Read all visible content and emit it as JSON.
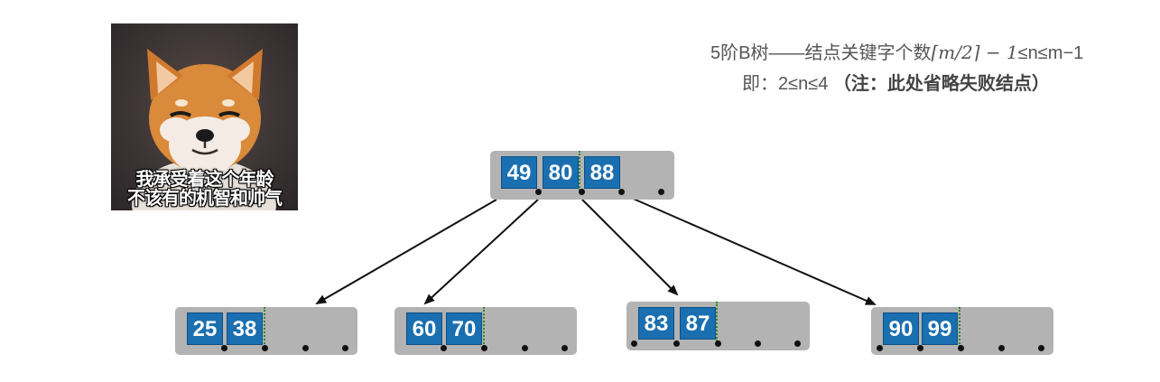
{
  "meme": {
    "caption_line1": "我承受着这个年龄",
    "caption_line2": "不该有的机智和帅气"
  },
  "title": {
    "line1_prefix": "5阶B树——结点关键字个数",
    "line1_formula": "⌈m/2⌉ − 1",
    "line1_suffix": "≤n≤m−1",
    "line2_prefix": "即：2≤n≤4 ",
    "line2_note": "（注：此处省略失败结点）"
  },
  "tree": {
    "root": {
      "keys": [
        "49",
        "80",
        "88"
      ]
    },
    "children": [
      {
        "keys": [
          "25",
          "38"
        ]
      },
      {
        "keys": [
          "60",
          "70"
        ]
      },
      {
        "keys": [
          "83",
          "87"
        ]
      },
      {
        "keys": [
          "90",
          "99"
        ]
      }
    ]
  },
  "colors": {
    "node_fill": "#b3b3b3",
    "key_fill": "#1a6fb0",
    "divider": "#2a8a2a",
    "text_gray": "#555555"
  }
}
